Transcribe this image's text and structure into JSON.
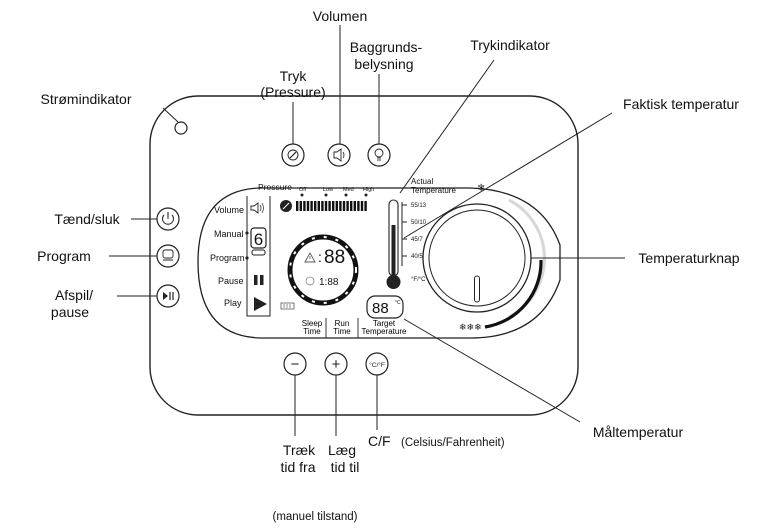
{
  "callouts": {
    "volume": "Volumen",
    "pressure_line1": "Tryk",
    "pressure_line2": "(Pressure)",
    "backlight_line1": "Baggrunds-",
    "backlight_line2": "belysning",
    "pressure_indicator": "Trykindikator",
    "power_indicator": "Strømindikator",
    "actual_temperature": "Faktisk temperatur",
    "on_off": "Tænd/sluk",
    "program": "Program",
    "play_pause_line1": "Afspil/",
    "play_pause_line2": "pause",
    "temperature_knob": "Temperaturknap",
    "target_temperature": "Måltemperatur",
    "cf_main": "C/F",
    "cf_sub": "(Celsius/Fahrenheit)",
    "subtract_line1": "Træk",
    "subtract_line2": "tid fra",
    "add_line1": "Læg",
    "add_line2": "tid til",
    "manual_mode": "(manuel tilstand)"
  },
  "lcd": {
    "pressure_label": "Pressure",
    "pressure_levels": [
      "Off",
      "Low",
      "Med",
      "High"
    ],
    "actual_temp_line1": "Actual",
    "actual_temp_line2": "Temperature",
    "scale": [
      "55/13",
      "50/10",
      "45/7",
      "40/5"
    ],
    "unit": "°F/°C",
    "modes": [
      "Volume",
      "Manual",
      "Program",
      "Pause",
      "Play"
    ],
    "program_digit": "6",
    "timer_main": "88",
    "timer_sub": "1:88",
    "target_digits": "88",
    "target_unit": "°C",
    "sleep_time_line1": "Sleep",
    "sleep_time_line2": "Time",
    "run_time_line1": "Run",
    "run_time_line2": "Time",
    "target_temp_line1": "Target",
    "target_temp_line2": "Temperature"
  },
  "buttons": {
    "minus_symbol": "−",
    "plus_symbol": "+",
    "cf_symbol": "°C/°F"
  },
  "icons": {
    "pressure": "gauge-icon",
    "volume": "speaker-icon",
    "backlight": "bulb-icon",
    "power": "power-icon",
    "program": "program-icon",
    "play_pause": "play-pause-icon",
    "snowflake": "snowflake-icon"
  }
}
